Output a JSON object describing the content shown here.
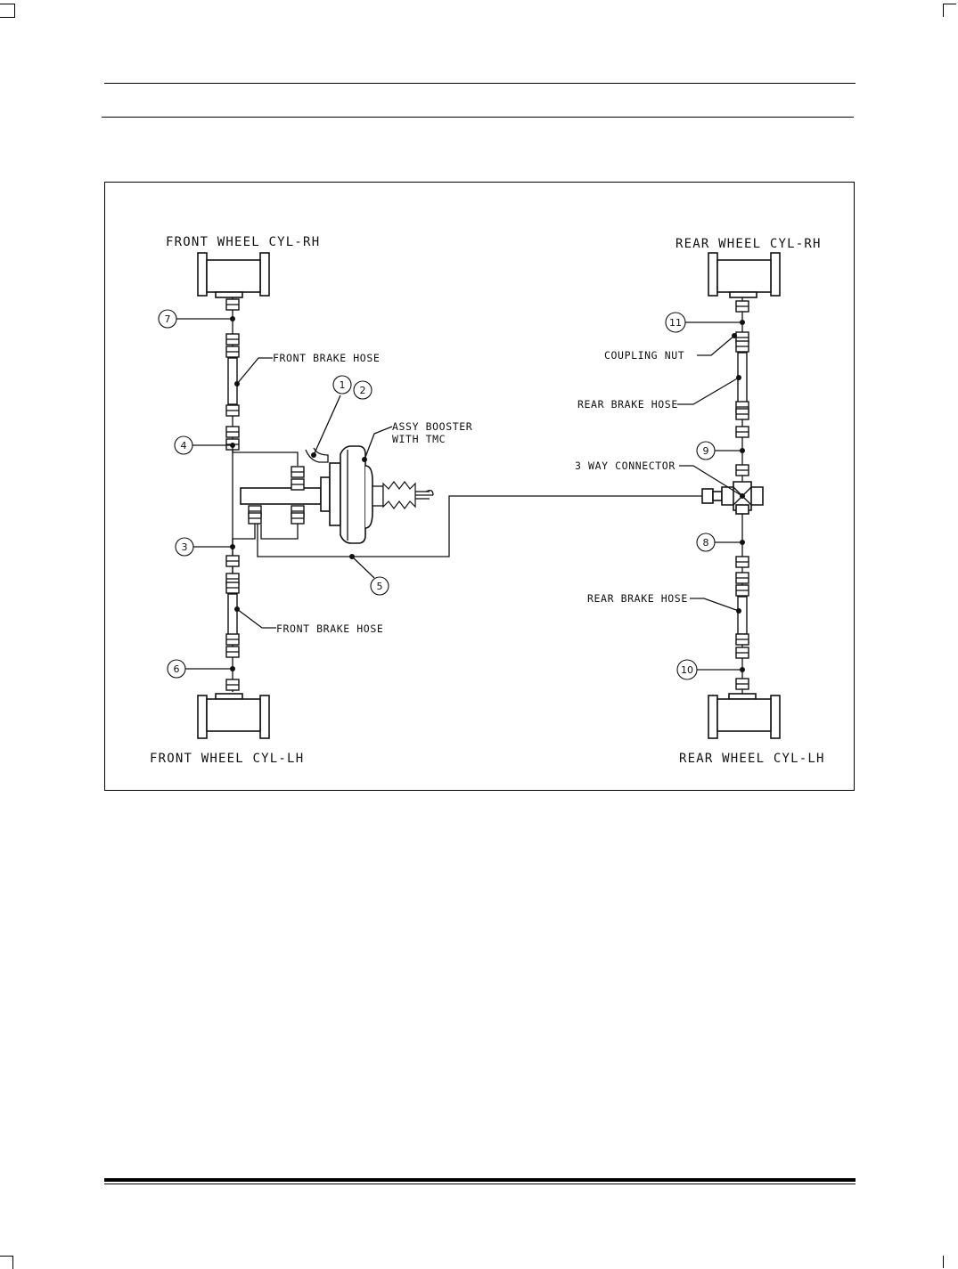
{
  "page": {
    "line_color": "#000000"
  },
  "diagram": {
    "components": {
      "front_wheel_cyl_rh": "FRONT WHEEL CYL-RH",
      "rear_wheel_cyl_rh": "REAR WHEEL CYL-RH",
      "front_wheel_cyl_lh": "FRONT WHEEL CYL-LH",
      "rear_wheel_cyl_lh": "REAR WHEEL CYL-LH"
    },
    "labels": {
      "front_brake_hose_top": "FRONT BRAKE HOSE",
      "front_brake_hose_bottom": "FRONT BRAKE HOSE",
      "booster_line1": "ASSY BOOSTER",
      "booster_line2": "WITH TMC",
      "coupling_nut": "COUPLING NUT",
      "rear_brake_hose_top": "REAR BRAKE HOSE",
      "rear_brake_hose_bottom": "REAR BRAKE HOSE",
      "three_way_connector": "3 WAY CONNECTOR"
    },
    "callouts": [
      "1",
      "2",
      "3",
      "4",
      "5",
      "6",
      "7",
      "8",
      "9",
      "10",
      "11"
    ]
  }
}
